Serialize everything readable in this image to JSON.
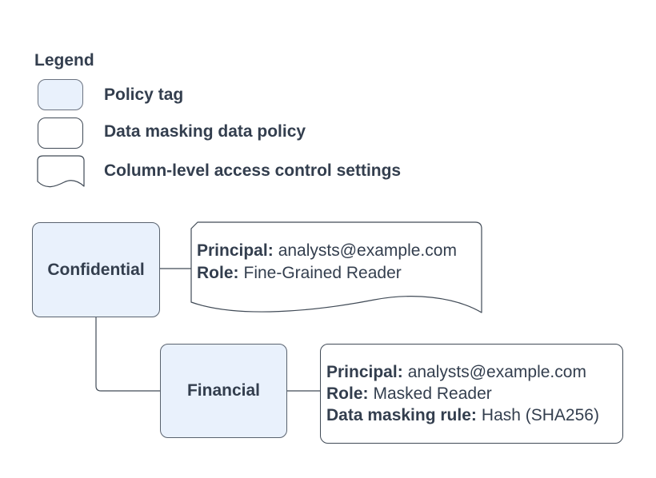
{
  "legend": {
    "title": "Legend",
    "items": [
      {
        "swatch": "policy-tag-swatch",
        "label": "Policy tag"
      },
      {
        "swatch": "data-masking-policy-swatch",
        "label": "Data masking data policy"
      },
      {
        "swatch": "column-access-document-swatch",
        "label": "Column-level access control settings"
      }
    ]
  },
  "diagram": {
    "policy_tags": {
      "confidential": {
        "label": "Confidential"
      },
      "financial": {
        "label": "Financial"
      }
    },
    "access_settings_note": {
      "lines": [
        {
          "label": "Principal:",
          "value": "analysts@example.com"
        },
        {
          "label": "Role:",
          "value": "Fine-Grained Reader"
        }
      ]
    },
    "data_masking_policy": {
      "lines": [
        {
          "label": "Principal:",
          "value": "analysts@example.com"
        },
        {
          "label": "Role:",
          "value": "Masked Reader"
        },
        {
          "label": "Data masking rule:",
          "value": "Hash (SHA256)"
        }
      ]
    }
  },
  "colors": {
    "policy_tag_fill": "#e9f1fc",
    "policy_tag_border": "#59626e",
    "shape_border": "#404a56",
    "text": "#333e4e",
    "background": "#ffffff"
  }
}
